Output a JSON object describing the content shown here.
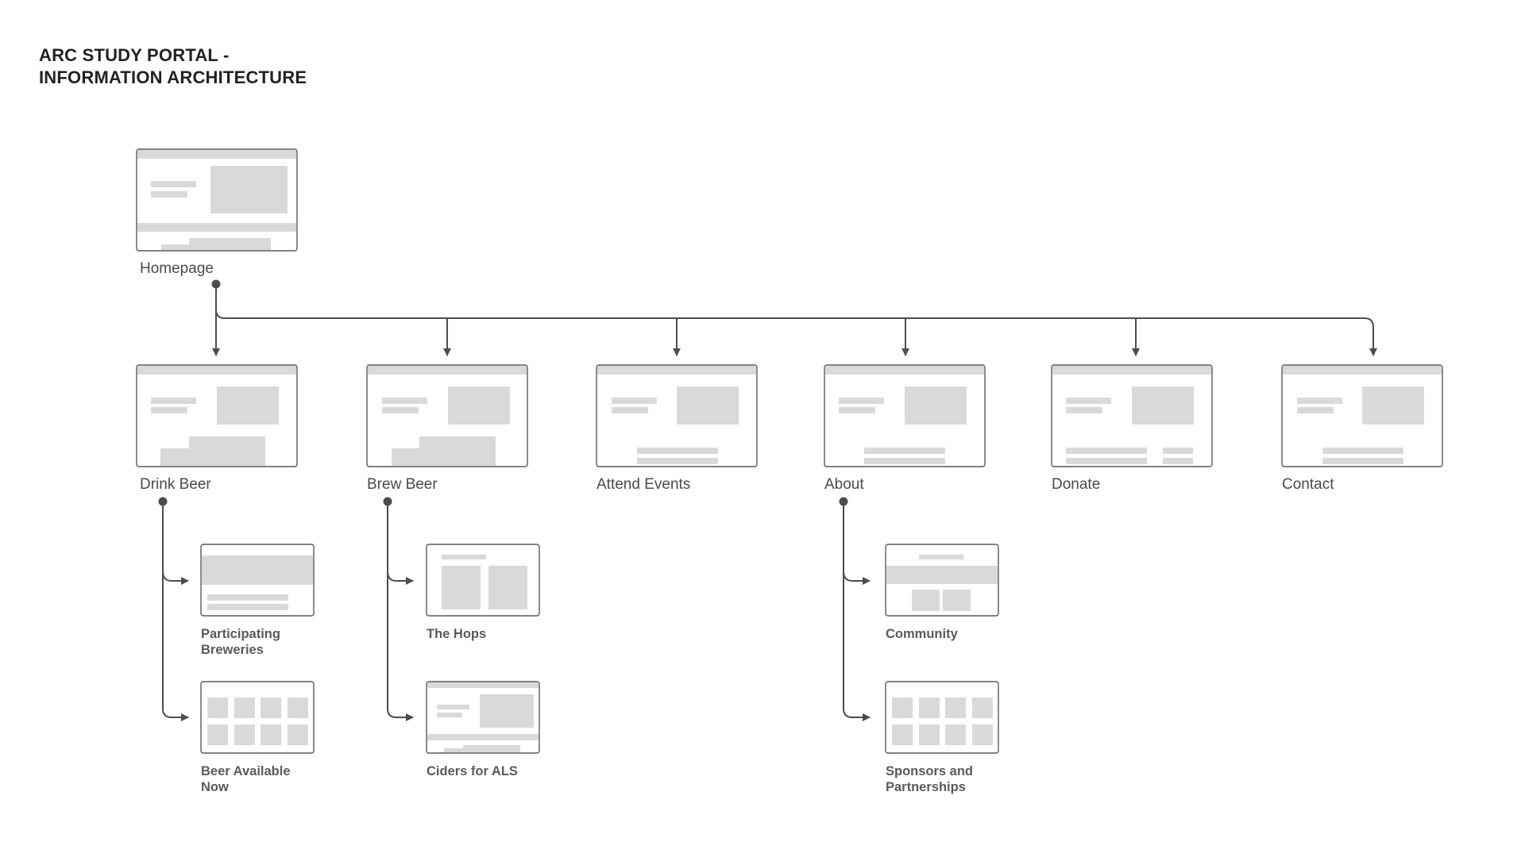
{
  "title": {
    "line1": "ARC STUDY PORTAL -",
    "line2": "INFORMATION ARCHITECTURE"
  },
  "root": {
    "label": "Homepage"
  },
  "sections": [
    {
      "id": "drink-beer",
      "label": "Drink Beer"
    },
    {
      "id": "brew-beer",
      "label": "Brew Beer"
    },
    {
      "id": "attend-events",
      "label": "Attend Events"
    },
    {
      "id": "about",
      "label": "About"
    },
    {
      "id": "donate",
      "label": "Donate"
    },
    {
      "id": "contact",
      "label": "Contact"
    }
  ],
  "subpages": {
    "drink-beer": [
      {
        "id": "participating-breweries",
        "label": [
          "Participating",
          "Breweries"
        ]
      },
      {
        "id": "beer-available-now",
        "label": [
          "Beer Available",
          "Now"
        ]
      }
    ],
    "brew-beer": [
      {
        "id": "the-hops",
        "label": [
          "The Hops"
        ]
      },
      {
        "id": "ciders-for-als",
        "label": [
          "Ciders for ALS"
        ]
      }
    ],
    "about": [
      {
        "id": "community",
        "label": [
          "Community"
        ]
      },
      {
        "id": "sponsors-and-partnerships",
        "label": [
          "Sponsors and",
          "Partnerships"
        ]
      }
    ]
  },
  "colors": {
    "frame": "#5a5a5a",
    "placeholder": "#d9d9d9",
    "connector": "#4d4d4d"
  }
}
